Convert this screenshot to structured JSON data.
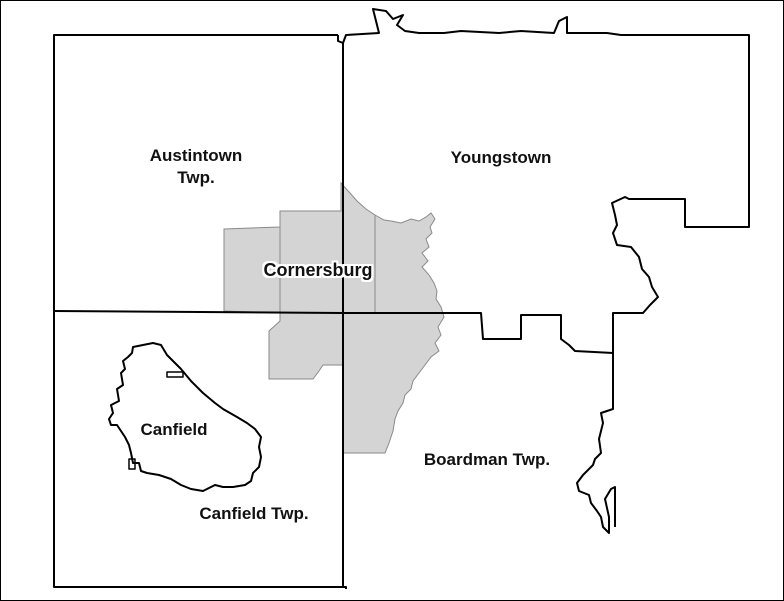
{
  "map": {
    "labels": {
      "austintown_line1": "Austintown",
      "austintown_line2": "Twp.",
      "youngstown": "Youngstown",
      "cornersburg": "Cornersburg",
      "canfield": "Canfield",
      "canfield_twp": "Canfield Twp.",
      "boardman_twp": "Boardman Twp."
    },
    "colors": {
      "cdp_fill": "#d4d4d4",
      "cdp_stroke": "#8a8a8a",
      "boundary": "#000000",
      "background": "#ffffff"
    }
  }
}
